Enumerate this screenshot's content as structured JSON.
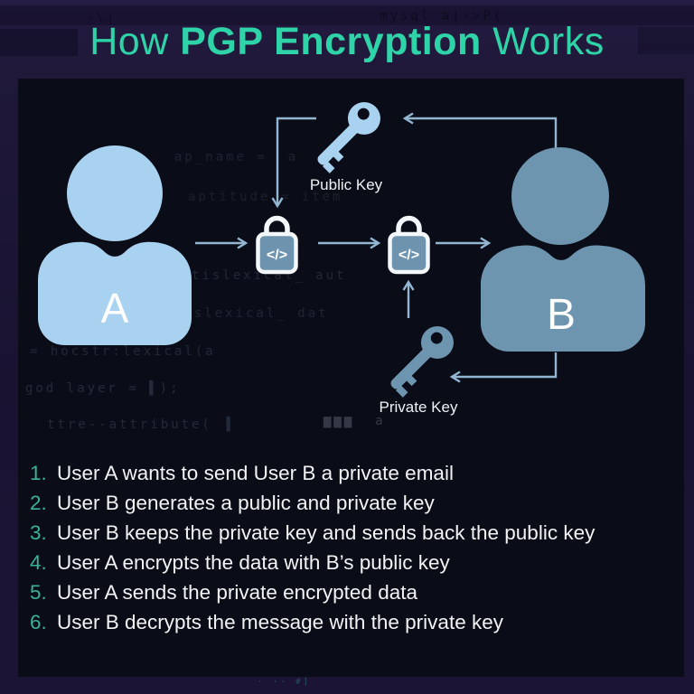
{
  "title": {
    "prefix": "How ",
    "highlight": "PGP Encryption",
    "suffix": " Works"
  },
  "diagram": {
    "user_a": {
      "label": "A"
    },
    "user_b": {
      "label": "B"
    },
    "lock1": {
      "glyph": "</>"
    },
    "lock2": {
      "glyph": "</>"
    },
    "public_key_label": "Public Key",
    "private_key_label": "Private Key"
  },
  "steps": [
    {
      "num": "1.",
      "text": "User A wants to send User B a private email"
    },
    {
      "num": "2.",
      "text": "User B generates a public and private key"
    },
    {
      "num": "3.",
      "text": "User B keeps the private key and sends back the public key"
    },
    {
      "num": "4.",
      "text": "User A encrypts the data with B’s public key"
    },
    {
      "num": "5.",
      "text": "User A sends the private encrypted data"
    },
    {
      "num": "6.",
      "text": "User B decrypts the message with the private key"
    }
  ],
  "ghost": [
    "ap_name =  a",
    "aptitude = item",
    "tislexical_ aut",
    "vislexical_ dat",
    "= hocstr:lexical(a",
    "god layer = ▌);",
    "ttre--attribute( ▐",
    "▆▆▆  a",
    "mysql a|->P(",
    "-\\|",
    "· ·· #]"
  ],
  "colors": {
    "accent_teal": "#2ed3a7",
    "step_number_teal": "#38b299",
    "user_a_blue": "#a9d2f0",
    "user_b_blue": "#6e95af",
    "lock_fill": "#6d93ae",
    "arrow_blue": "#93b7d3",
    "panel_bg": "#0a0d17",
    "outer_bg": "#1f1839",
    "text_white": "#f2f3f5"
  }
}
